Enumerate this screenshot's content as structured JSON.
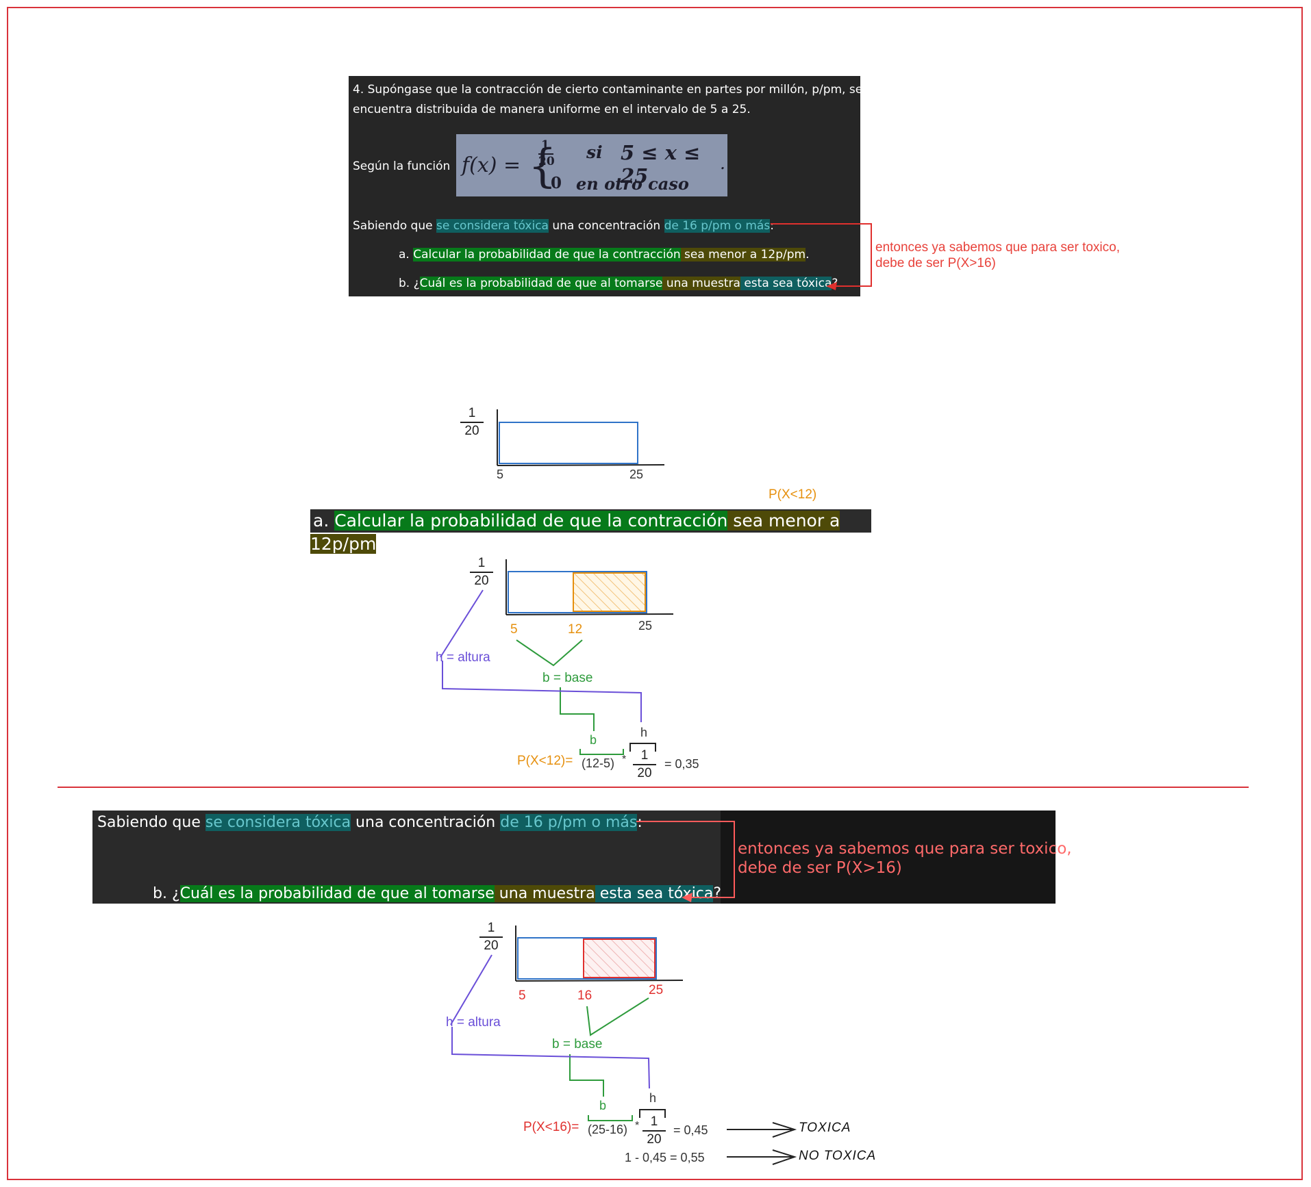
{
  "problem": {
    "line1": "4. Supóngase que la contracción de cierto contaminante en partes por millón, p/pm, se",
    "line2": "encuentra distribuida de manera uniforme en el intervalo de 5 a 25.",
    "segun": "Según la función",
    "formula": {
      "lhs": "f(x) =",
      "num": "1",
      "den": "20",
      "si": "si",
      "range": "5 ≤ x ≤ 25",
      "zero": "0",
      "otro": "en  otro  caso",
      "dot": "."
    },
    "sabiendo": {
      "p1": "Sabiendo que ",
      "p2": "se considera tóxica",
      "p3": " una concentración ",
      "p4": "de 16 p/pm o más",
      "p5": ":"
    },
    "qa": {
      "p1": "a. ",
      "p2": "Calcular la probabilidad de que la contracción",
      "p3": " sea menor a 12p/pm",
      "p4": "."
    },
    "qb": {
      "p1": "b. ¿",
      "p2": "Cuál es la probabilidad de que al tomarse",
      "p3": " una muestra",
      "p4": " esta sea tóxica",
      "p5": "?"
    }
  },
  "note": {
    "line1": "entonces ya sabemos que para ser toxico,",
    "line2": "debe de ser P(X>16)"
  },
  "graph1": {
    "num": "1",
    "den": "20",
    "x_start": "5",
    "x_end": "25"
  },
  "part_a": {
    "label_top": "P(X<12)",
    "banner": {
      "p1": "a. ",
      "p2": "Calcular la probabilidad de que la contracción",
      "p3": " sea menor a 12p/pm",
      "p4": "."
    },
    "num": "1",
    "den": "20",
    "x1": "5",
    "x2": "12",
    "x3": "25",
    "h_label": "h = altura",
    "b_label": "b = base",
    "b_small": "b",
    "h_small": "h",
    "lhs": "P(X<12)=",
    "base_expr": "(12-5)",
    "times": "*",
    "result": "=  0,35"
  },
  "part_b": {
    "banner": {
      "s1": "Sabiendo que ",
      "s2": "se considera tóxica",
      "s3": " una concentración ",
      "s4": "de 16 p/pm o más",
      "s5": ":",
      "b1": "b. ¿",
      "b2": "Cuál es la probabilidad de que al tomarse",
      "b3": " una muestra",
      "b4": " esta sea tóxica",
      "b5": "?"
    },
    "note_line1": "entonces ya sabemos que para ser toxico,",
    "note_line2": "debe de ser P(X>16)",
    "num": "1",
    "den": "20",
    "x1": "5",
    "x2": "16",
    "x3": "25",
    "h_label": "h = altura",
    "b_label": "b = base",
    "b_small": "b",
    "h_small": "h",
    "lhs": "P(X<16)=",
    "base_expr": "(25-16)",
    "times": "*",
    "result": "=  0,45",
    "complement": "1 - 0,45 = 0,55",
    "toxica": "TOXICA",
    "no_toxica": "NO TOXICA"
  },
  "colors": {
    "frame": "#d9323a",
    "blue_rect": "#2f73c8",
    "orange": "#e6900e",
    "red": "#e0302e",
    "purple": "#6a4fd8",
    "green": "#2e9b3c"
  }
}
